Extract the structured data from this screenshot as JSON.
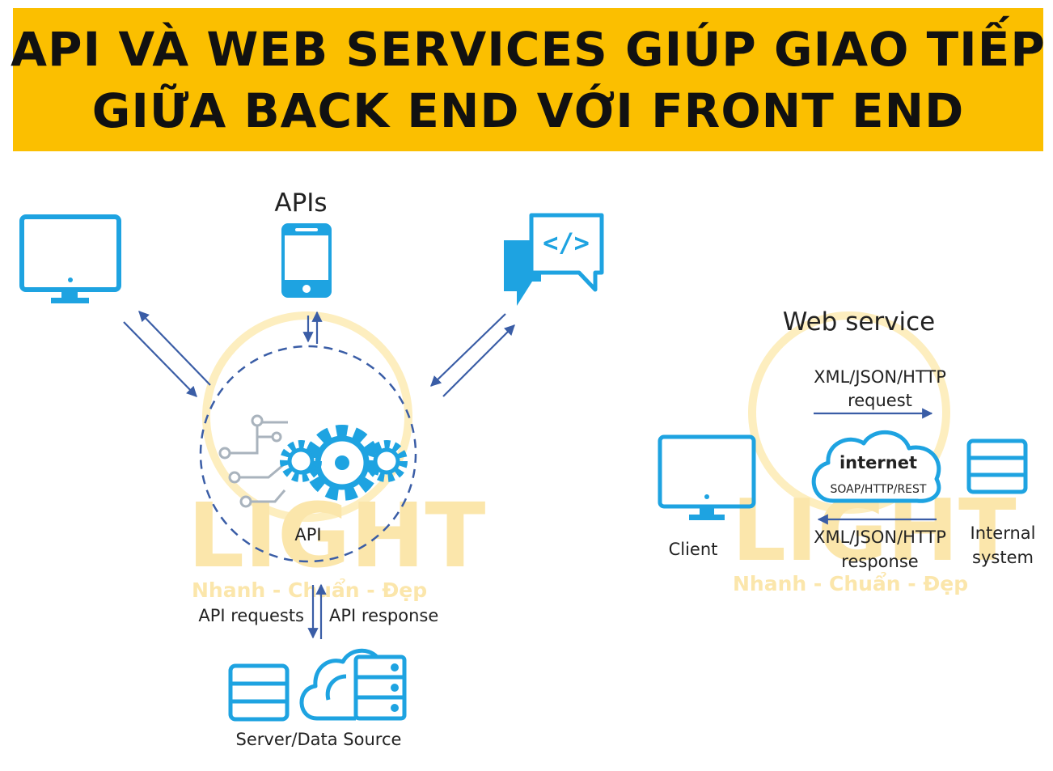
{
  "banner": {
    "line1": "API VÀ WEB SERVICES GIÚP GIAO TIẾP",
    "line2": "GIỮA BACK END VỚI FRONT END",
    "color": "#fbbf00"
  },
  "api_diagram": {
    "title": "APIs",
    "center_label": "API",
    "requests_label": "API requests",
    "response_label": "API response",
    "data_source_label": "Server/Data Source",
    "code_glyph": "</>",
    "icons": [
      "desktop-monitor-icon",
      "smartphone-icon",
      "code-chat-icon",
      "gear-icon",
      "circuit-icon",
      "database-icon",
      "cloud-server-icon"
    ]
  },
  "web_service": {
    "title": "Web service",
    "request_line1": "XML/JSON/HTTP",
    "request_line2": "request",
    "internet_label": "internet",
    "protocols_label": "SOAP/HTTP/REST",
    "response_line1": "XML/JSON/HTTP",
    "response_line2": "response",
    "client_label": "Client",
    "system_line1": "Internal",
    "system_line2": "system",
    "icons": [
      "desktop-monitor-icon",
      "cloud-icon",
      "database-icon"
    ]
  },
  "watermark": {
    "brand": "LIGHT",
    "tagline": "Nhanh - Chuẩn - Đẹp"
  },
  "colors": {
    "icon_blue": "#1ea3e1",
    "arrow_navy": "#3a5da6",
    "watermark": "#fbe6ab"
  }
}
